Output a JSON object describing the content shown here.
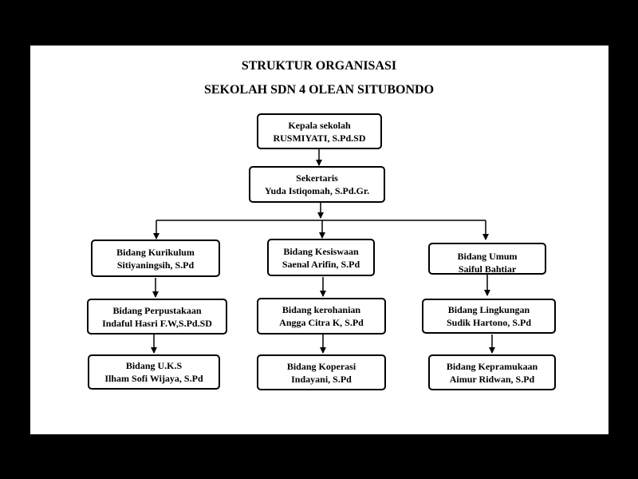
{
  "title_line1": "STRUKTUR ORGANISASI",
  "title_line2": "SEKOLAH SDN 4 OLEAN SITUBONDO",
  "colors": {
    "background": "#000000",
    "sheet": "#ffffff",
    "ink": "#000000"
  },
  "nodes": {
    "kepala": {
      "role": "Kepala sekolah",
      "person": "RUSMIYATI,  S.Pd.SD"
    },
    "sekertaris": {
      "role": "Sekertaris",
      "person": "Yuda Istiqomah, S.Pd.Gr."
    },
    "kurikulum": {
      "role": "Bidang Kurikulum",
      "person": "Sitiyaningsih, S.Pd"
    },
    "kesiswaan": {
      "role": "Bidang Kesiswaan",
      "person": "Saenal Arifin, S.Pd"
    },
    "umum": {
      "role": "Bidang Umum",
      "person": "Saiful Bahtiar"
    },
    "perpustakaan": {
      "role": "Bidang Perpustakaan",
      "person": "Indaful Hasri F.W,S.Pd.SD"
    },
    "kerohanian": {
      "role": "Bidang kerohanian",
      "person": "Angga Citra K, S.Pd"
    },
    "lingkungan": {
      "role": "Bidang Lingkungan",
      "person": "Sudik Hartono, S.Pd"
    },
    "uks": {
      "role": "Bidang U.K.S",
      "person": "Ilham Sofi Wijaya, S.Pd"
    },
    "koperasi": {
      "role": "Bidang Koperasi",
      "person": "Indayani, S.Pd"
    },
    "kepramukaan": {
      "role": "Bidang Kepramukaan",
      "person": "Aimur Ridwan, S.Pd"
    }
  }
}
